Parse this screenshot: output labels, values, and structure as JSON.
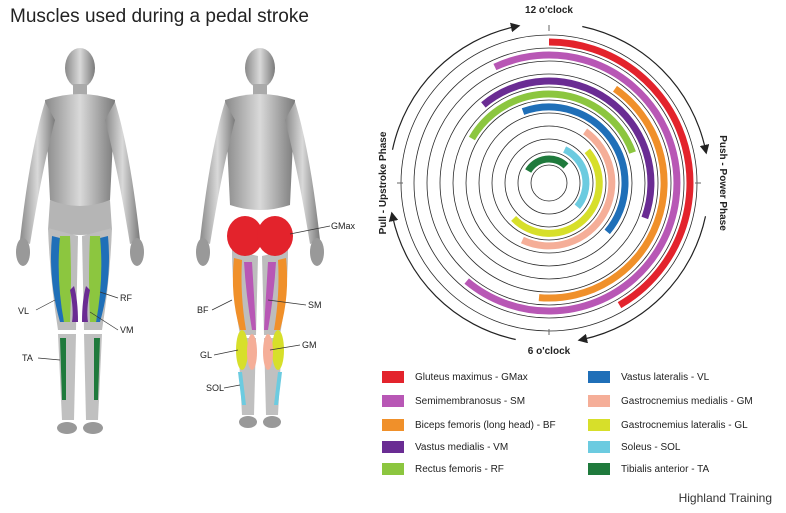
{
  "title": "Muscles used during a pedal stroke",
  "footer": "Highland Training",
  "clock": {
    "top": "12 o'clock",
    "bottom": "6 o'clock"
  },
  "phases": {
    "right": "Push - Power Phase",
    "left": "Pull - Upstroke Phase"
  },
  "figure_labels": {
    "front": [
      "VL",
      "RF",
      "VM",
      "TA"
    ],
    "back": [
      "GMax",
      "BF",
      "SM",
      "GL",
      "GM",
      "SOL"
    ]
  },
  "legend": [
    {
      "label": "Gluteus maximus - GMax",
      "color": "#e3232c"
    },
    {
      "label": "Semimembranosus - SM",
      "color": "#b857b5"
    },
    {
      "label": "Biceps femoris (long head) - BF",
      "color": "#f0902a"
    },
    {
      "label": "Vastus medialis - VM",
      "color": "#6a2c93"
    },
    {
      "label": "Rectus femoris - RF",
      "color": "#8cc63f"
    },
    {
      "label": "Vastus lateralis - VL",
      "color": "#1f6fb8"
    },
    {
      "label": "Gastrocnemius medialis - GM",
      "color": "#f5ae98"
    },
    {
      "label": "Gastrocnemius lateralis - GL",
      "color": "#d7df2a"
    },
    {
      "label": "Soleus - SOL",
      "color": "#6ccbe0"
    },
    {
      "label": "Tibialis anterior - TA",
      "color": "#1f7a3c"
    }
  ]
}
